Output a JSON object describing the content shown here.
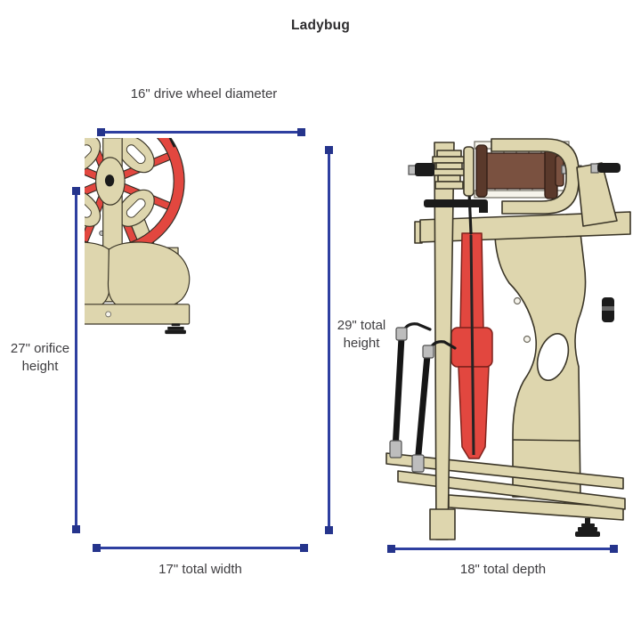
{
  "title": "Ladybug",
  "measurements": {
    "drive_wheel_diameter": {
      "label": "16\" drive wheel diameter"
    },
    "orifice_height": {
      "label": "27\" orifice height"
    },
    "total_height": {
      "label": "29\" total height"
    },
    "total_width": {
      "label": "17\" total width"
    },
    "total_depth": {
      "label": "18\" total depth"
    }
  },
  "colors": {
    "dimension_blue": "#2e3fa0",
    "dimension_cap_blue": "#25348c",
    "wheel_red": "#e2473f",
    "wood_cream": "#ded6ae",
    "wood_outline": "#3a3527",
    "bobbin_brown": "#7a5140",
    "bobbin_brown_dark": "#5a392b",
    "ink_black": "#1b1b1b",
    "text": "#3e3d40",
    "background": "#ffffff"
  }
}
